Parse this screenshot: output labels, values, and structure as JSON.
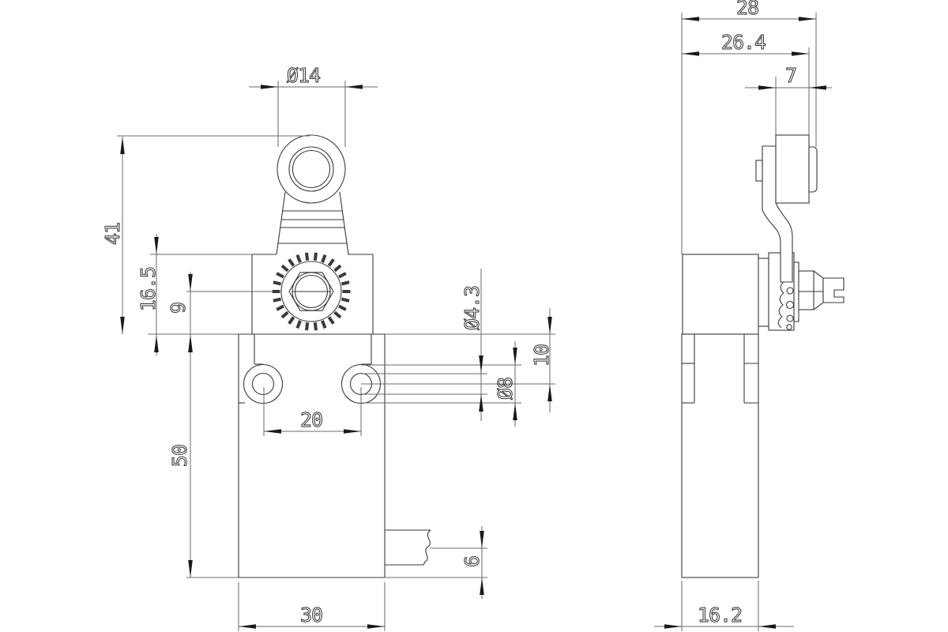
{
  "drawing": {
    "units_note": "",
    "colors": {
      "background": "#ffffff",
      "object_line": "#3a3a3a",
      "dimension_line": "#6a6a6a",
      "text": "#2e2e2e"
    },
    "dims": {
      "roller_diameter": "Ø14",
      "roller_top_to_head_bottom": "41",
      "head_height": "16.5",
      "pivot_to_head_bottom": "9",
      "body_height": "50",
      "hole_spacing": "20",
      "body_width": "30",
      "hole_diameter": "Ø4.3",
      "counterbore_diameter": "Ø8",
      "head_to_hole_center": "10",
      "stub_height": "6",
      "overall_depth": "28",
      "back_to_roller_face": "26.4",
      "roller_width": "7",
      "body_depth": "16.2"
    }
  }
}
